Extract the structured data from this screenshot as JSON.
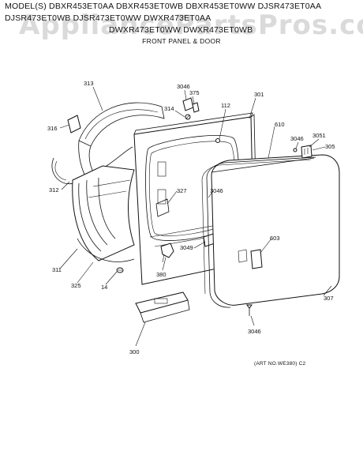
{
  "header": {
    "line1": "MODEL(S) DBXR453ET0AA  DBXR453ET0WB  DBXR453ET0WW  DJSR473ET0AA",
    "line2": "DJSR473ET0WB  DJSR473ET0WW  DWXR473ET0AA",
    "line3": "DWXR473ET0WW  DWXR473ET0WB",
    "subtitle": "FRONT PANEL & DOOR"
  },
  "watermark": "AppliancePartsPros.com",
  "art_number": "(ART NO.WE380)  C2",
  "callouts": [
    "313",
    "3046",
    "375",
    "314",
    "112",
    "301",
    "316",
    "610",
    "3046",
    "3051",
    "305",
    "312",
    "327",
    "3046",
    "603",
    "311",
    "3049",
    "325",
    "380",
    "14",
    "307",
    "300",
    "3046"
  ]
}
